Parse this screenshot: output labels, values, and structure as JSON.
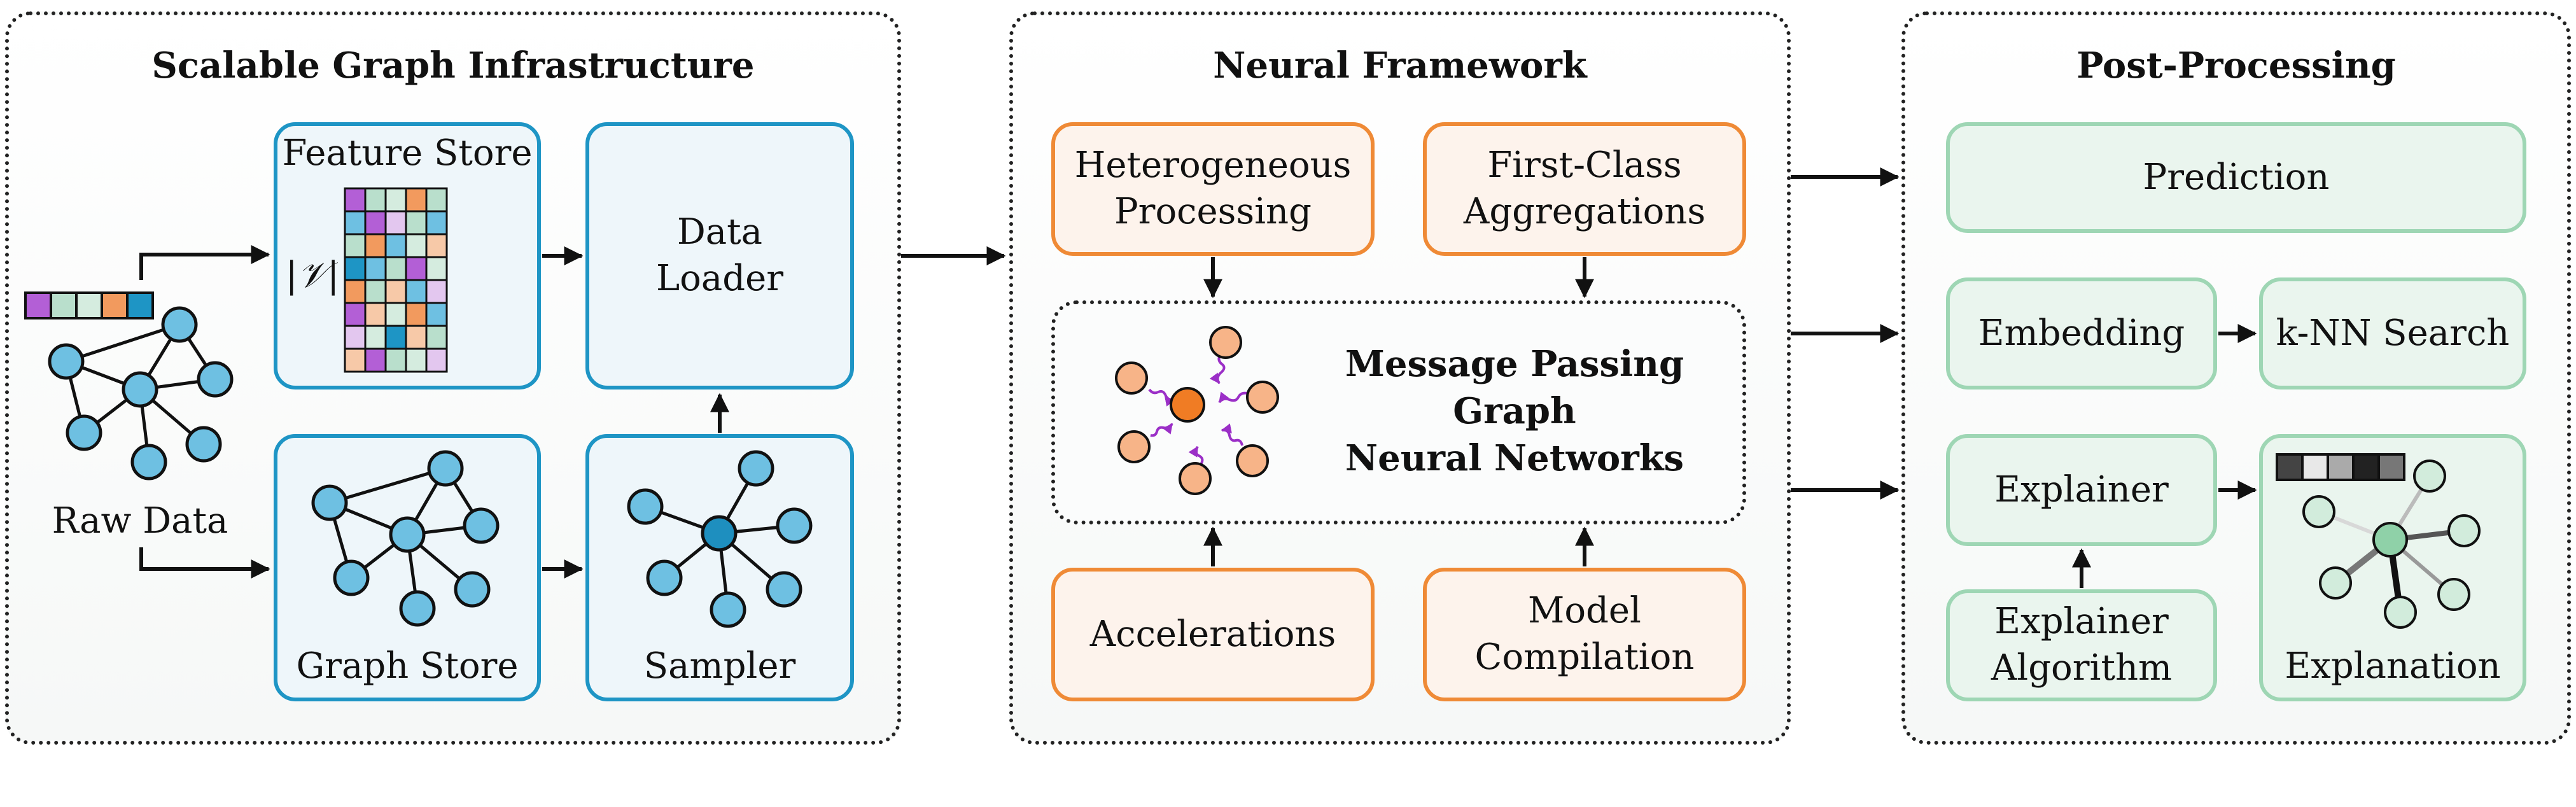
{
  "panels": {
    "infra_title": "Scalable Graph Infrastructure",
    "neural_title": "Neural Framework",
    "post_title": "Post-Processing"
  },
  "infra": {
    "raw_data": "Raw Data",
    "feature_store": "Feature Store",
    "feature_symbol": "|𝒱|",
    "data_loader": "Data\nLoader",
    "graph_store": "Graph Store",
    "sampler": "Sampler"
  },
  "neural": {
    "heterogeneous": "Heterogeneous\nProcessing",
    "aggregations": "First-Class\nAggregations",
    "mp_title": "Message Passing\nGraph\nNeural Networks",
    "accelerations": "Accelerations",
    "compilation": "Model\nCompilation"
  },
  "post": {
    "prediction": "Prediction",
    "embedding": "Embedding",
    "knn": "k-NN Search",
    "explainer": "Explainer",
    "explainer_algorithm": "Explainer\nAlgorithm",
    "explanation": "Explanation"
  },
  "colors": {
    "infra_accent": "#1e95c5",
    "neural_accent": "#ef8a36",
    "post_accent": "#9ed6b4",
    "node_blue": "#6ec0e2",
    "node_blue_dark": "#1e8fbf",
    "node_orange": "#f7b488",
    "node_orange_dark": "#f07c24",
    "message_arrow": "#9b2fc7",
    "node_green": "#d2ecdc",
    "node_green_dark": "#8fd1a8"
  }
}
